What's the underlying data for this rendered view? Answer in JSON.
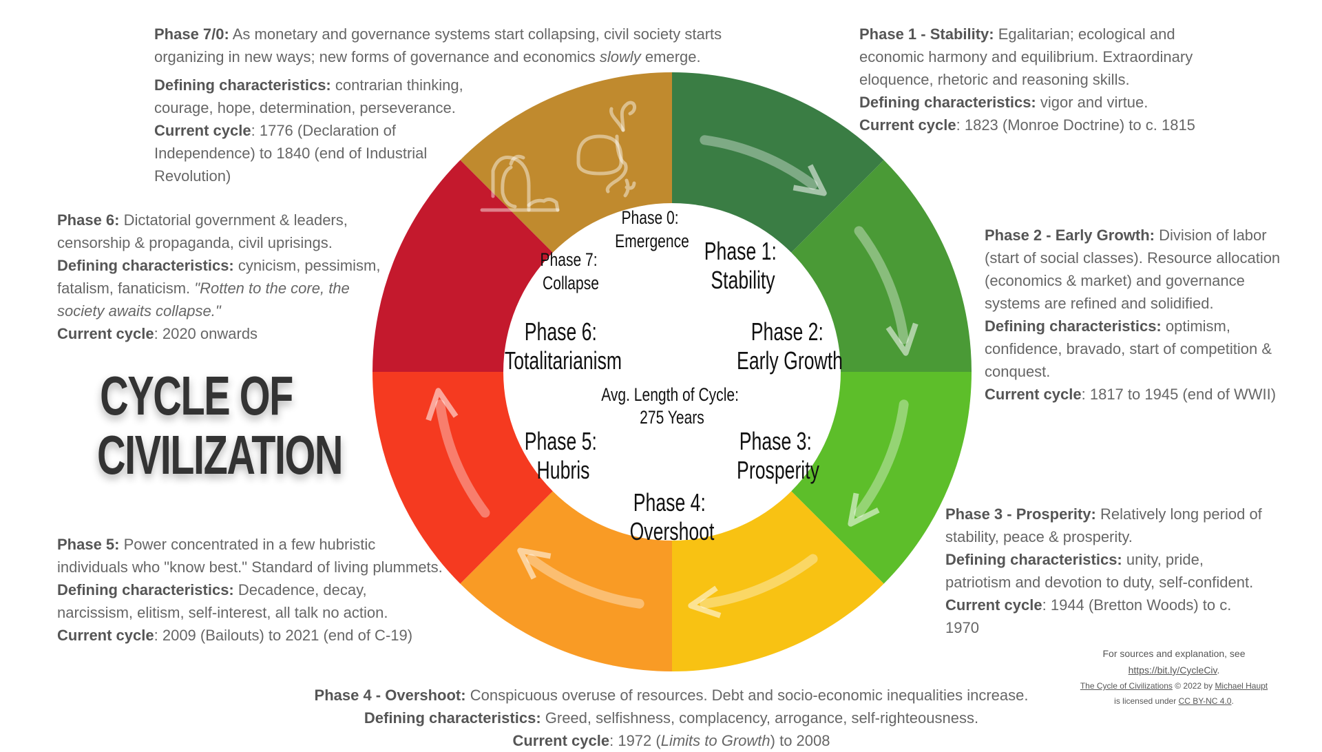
{
  "title_line1": "CYCLE OF",
  "title_line2": "CIVILIZATION",
  "center_label_line1": "Avg. Length of Cycle:",
  "center_label_line2": "275 Years",
  "phases": [
    {
      "label_line1": "Phase 0:",
      "label_line2": "Emergence",
      "color": "#C08A2E"
    },
    {
      "label_line1": "Phase 1:",
      "label_line2": "Stability",
      "color": "#3A7D44"
    },
    {
      "label_line1": "Phase 2:",
      "label_line2": "Early Growth",
      "color": "#4A9A36"
    },
    {
      "label_line1": "Phase 3:",
      "label_line2": "Prosperity",
      "color": "#5DBE2A"
    },
    {
      "label_line1": "Phase 4:",
      "label_line2": "Overshoot",
      "color": "#F8C213"
    },
    {
      "label_line1": "Phase 5:",
      "label_line2": "Hubris",
      "color": "#F99B25"
    },
    {
      "label_line1": "Phase 6:",
      "label_line2": "Totalitarianism",
      "color": "#F53A20"
    },
    {
      "label_line1": "Phase 7:",
      "label_line2": "Collapse",
      "color": "#C4192D"
    }
  ],
  "descriptions": {
    "p70": {
      "heading": "Phase 7/0:",
      "text_a": " As monetary and governance systems start collapsing, civil society starts organizing in new ways; new forms of governance and economics ",
      "text_em": "slowly",
      "text_b": " emerge.",
      "def_label": "Defining characteristics:",
      "def_text": " contrarian thinking, courage, hope, determination, perseverance.",
      "cur_label": "Current cycle",
      "cur_text": ": 1776 (Declaration of Independence) to 1840 (end of Industrial Revolution)"
    },
    "p1": {
      "heading": "Phase 1 - Stability:",
      "text": " Egalitarian; ecological and economic harmony and equilibrium. Extraordinary eloquence, rhetoric and reasoning skills.",
      "def_label": "Defining characteristics:",
      "def_text": " vigor and virtue.",
      "cur_label": "Current cycle",
      "cur_text": ": 1823 (Monroe Doctrine) to c. 1815"
    },
    "p2": {
      "heading": "Phase 2 - Early Growth:",
      "text": " Division of labor (start of social classes). Resource allocation (economics & market)  and governance systems are refined and solidified.",
      "def_label": "Defining characteristics:",
      "def_text": " optimism, confidence, bravado, start of competition & conquest.",
      "cur_label": "Current cycle",
      "cur_text": ": 1817 to 1945 (end of WWII)"
    },
    "p3": {
      "heading": "Phase 3 - Prosperity:",
      "text": " Relatively long period of stability, peace & prosperity.",
      "def_label": "Defining characteristics:",
      "def_text": " unity, pride, patriotism and devotion to duty, self-confident.",
      "cur_label": "Current cycle",
      "cur_text": ": 1944 (Bretton Woods) to c. 1970"
    },
    "p4": {
      "heading": "Phase 4 - Overshoot:",
      "text": " Conspicuous overuse of resources. Debt and socio-economic inequalities increase.",
      "def_label": "Defining characteristics:",
      "def_text": " Greed, selfishness, complacency, arrogance, self-righteousness.",
      "cur_label": "Current cycle",
      "cur_text_a": ": 1972 (",
      "cur_em": "Limits to Growth",
      "cur_text_b": ") to 2008"
    },
    "p5": {
      "heading": "Phase 5:",
      "text": " Power concentrated in a few hubristic individuals who \"know best.\" Standard of living plummets.",
      "def_label": "Defining characteristics:",
      "def_text": " Decadence, decay, narcissism, elitism, self-interest, all talk no action.",
      "cur_label": "Current cycle",
      "cur_text": ": 2009 (Bailouts) to 2021 (end of C-19)"
    },
    "p6": {
      "heading": "Phase 6:",
      "text": " Dictatorial government & leaders, censorship & propaganda, civil uprisings.",
      "def_label": "Defining characteristics:",
      "def_text": " cynicism, pessimism, fatalism, fanaticism. ",
      "def_em": "\"Rotten to the core, the society awaits collapse.\"",
      "cur_label": "Current cycle",
      "cur_text": ": 2020 onwards"
    }
  },
  "credit": {
    "line1": "For sources and explanation, see",
    "link": "https://bit.ly/CycleCiv",
    "link_suffix": ".",
    "work": "The Cycle of Civilizations",
    "copy": " © 2022 by ",
    "author": "Michael Haupt",
    "lic_pre": "is licensed under ",
    "license": "CC BY-NC 4.0",
    "lic_suffix": "."
  }
}
